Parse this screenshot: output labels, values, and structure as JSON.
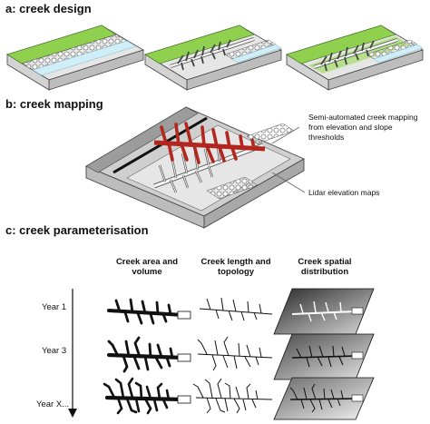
{
  "sections": {
    "a": "a: creek design",
    "b": "b: creek mapping",
    "c": "c: creek parameterisation"
  },
  "mapping": {
    "callout_1": "Semi-automated creek mapping from elevation and slope thresholds",
    "callout_2": "Lidar elevation maps"
  },
  "parameterisation": {
    "columns": [
      "Creek area and volume",
      "Creek length and topology",
      "Creek spatial distribution"
    ],
    "rows": [
      "Year 1",
      "Year 3",
      "Year X..."
    ]
  },
  "colors": {
    "marsh_green": "#8fd14f",
    "water_blue": "#cfeef7",
    "slab_grey": "#c9c9c9",
    "creek_red": "#b3261e"
  }
}
